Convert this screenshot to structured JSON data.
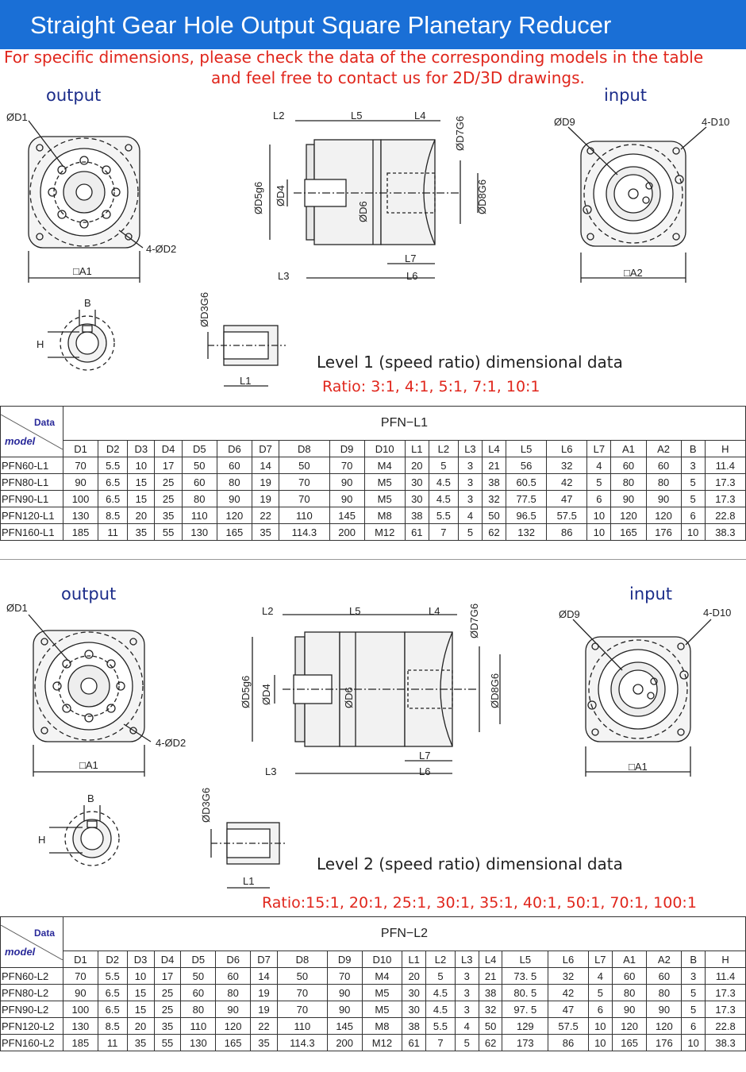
{
  "header": {
    "title": "Straight Gear Hole Output Square Planetary Reducer",
    "note_line1": "For specific dimensions, please check the data of the corresponding models in the table",
    "note_line2": "and feel free to contact us for 2D/3D drawings."
  },
  "colors": {
    "banner": "#1a6fd6",
    "note": "#e0261c",
    "label": "#1c2d8a"
  },
  "labels": {
    "output": "output",
    "input": "input",
    "D1": "ØD1",
    "D2": "4-ØD2",
    "A1": "□A1",
    "A2": "□A2",
    "D9": "ØD9",
    "D10": "4-D10",
    "L2": "L2",
    "L5": "L5",
    "L4": "L4",
    "L3": "L3",
    "L6": "L6",
    "L7": "L7",
    "L1": "L1",
    "D4": "ØD4",
    "D5": "ØD5g6",
    "D6": "ØD6",
    "D7": "ØD7G6",
    "D8": "ØD8G6",
    "D3": "ØD3G6",
    "B": "B",
    "H": "H"
  },
  "table_header": {
    "data": "Data",
    "model": "model",
    "columns": [
      "D1",
      "D2",
      "D3",
      "D4",
      "D5",
      "D6",
      "D7",
      "D8",
      "D9",
      "D10",
      "L1",
      "L2",
      "L3",
      "L4",
      "L5",
      "L6",
      "L7",
      "A1",
      "A2",
      "B",
      "H"
    ]
  },
  "level1": {
    "title": "Level 1 (speed ratio) dimensional data",
    "ratio": "Ratio: 3:1,  4:1,  5:1,  7:1,  10:1",
    "series": "PFN−L1",
    "rows": [
      [
        "PFN60-L1",
        "70",
        "5.5",
        "10",
        "17",
        "50",
        "60",
        "14",
        "50",
        "70",
        "M4",
        "20",
        "5",
        "3",
        "21",
        "56",
        "32",
        "4",
        "60",
        "60",
        "3",
        "11.4"
      ],
      [
        "PFN80-L1",
        "90",
        "6.5",
        "15",
        "25",
        "60",
        "80",
        "19",
        "70",
        "90",
        "M5",
        "30",
        "4.5",
        "3",
        "38",
        "60.5",
        "42",
        "5",
        "80",
        "80",
        "5",
        "17.3"
      ],
      [
        "PFN90-L1",
        "100",
        "6.5",
        "15",
        "25",
        "80",
        "90",
        "19",
        "70",
        "90",
        "M5",
        "30",
        "4.5",
        "3",
        "32",
        "77.5",
        "47",
        "6",
        "90",
        "90",
        "5",
        "17.3"
      ],
      [
        "PFN120-L1",
        "130",
        "8.5",
        "20",
        "35",
        "110",
        "120",
        "22",
        "110",
        "145",
        "M8",
        "38",
        "5.5",
        "4",
        "50",
        "96.5",
        "57.5",
        "10",
        "120",
        "120",
        "6",
        "22.8"
      ],
      [
        "PFN160-L1",
        "185",
        "11",
        "35",
        "55",
        "130",
        "165",
        "35",
        "114.3",
        "200",
        "M12",
        "61",
        "7",
        "5",
        "62",
        "132",
        "86",
        "10",
        "165",
        "176",
        "10",
        "38.3"
      ]
    ]
  },
  "level2": {
    "title": "Level 2 (speed ratio) dimensional data",
    "ratio": "Ratio:15:1, 20:1, 25:1, 30:1, 35:1, 40:1, 50:1, 70:1, 100:1",
    "series": "PFN−L2",
    "rows": [
      [
        "PFN60-L2",
        "70",
        "5.5",
        "10",
        "17",
        "50",
        "60",
        "14",
        "50",
        "70",
        "M4",
        "20",
        "5",
        "3",
        "21",
        "73. 5",
        "32",
        "4",
        "60",
        "60",
        "3",
        "11.4"
      ],
      [
        "PFN80-L2",
        "90",
        "6.5",
        "15",
        "25",
        "60",
        "80",
        "19",
        "70",
        "90",
        "M5",
        "30",
        "4.5",
        "3",
        "38",
        "80. 5",
        "42",
        "5",
        "80",
        "80",
        "5",
        "17.3"
      ],
      [
        "PFN90-L2",
        "100",
        "6.5",
        "15",
        "25",
        "80",
        "90",
        "19",
        "70",
        "90",
        "M5",
        "30",
        "4.5",
        "3",
        "32",
        "97. 5",
        "47",
        "6",
        "90",
        "90",
        "5",
        "17.3"
      ],
      [
        "PFN120-L2",
        "130",
        "8.5",
        "20",
        "35",
        "110",
        "120",
        "22",
        "110",
        "145",
        "M8",
        "38",
        "5.5",
        "4",
        "50",
        "129",
        "57.5",
        "10",
        "120",
        "120",
        "6",
        "22.8"
      ],
      [
        "PFN160-L2",
        "185",
        "11",
        "35",
        "55",
        "130",
        "165",
        "35",
        "114.3",
        "200",
        "M12",
        "61",
        "7",
        "5",
        "62",
        "173",
        "86",
        "10",
        "165",
        "176",
        "10",
        "38.3"
      ]
    ]
  }
}
